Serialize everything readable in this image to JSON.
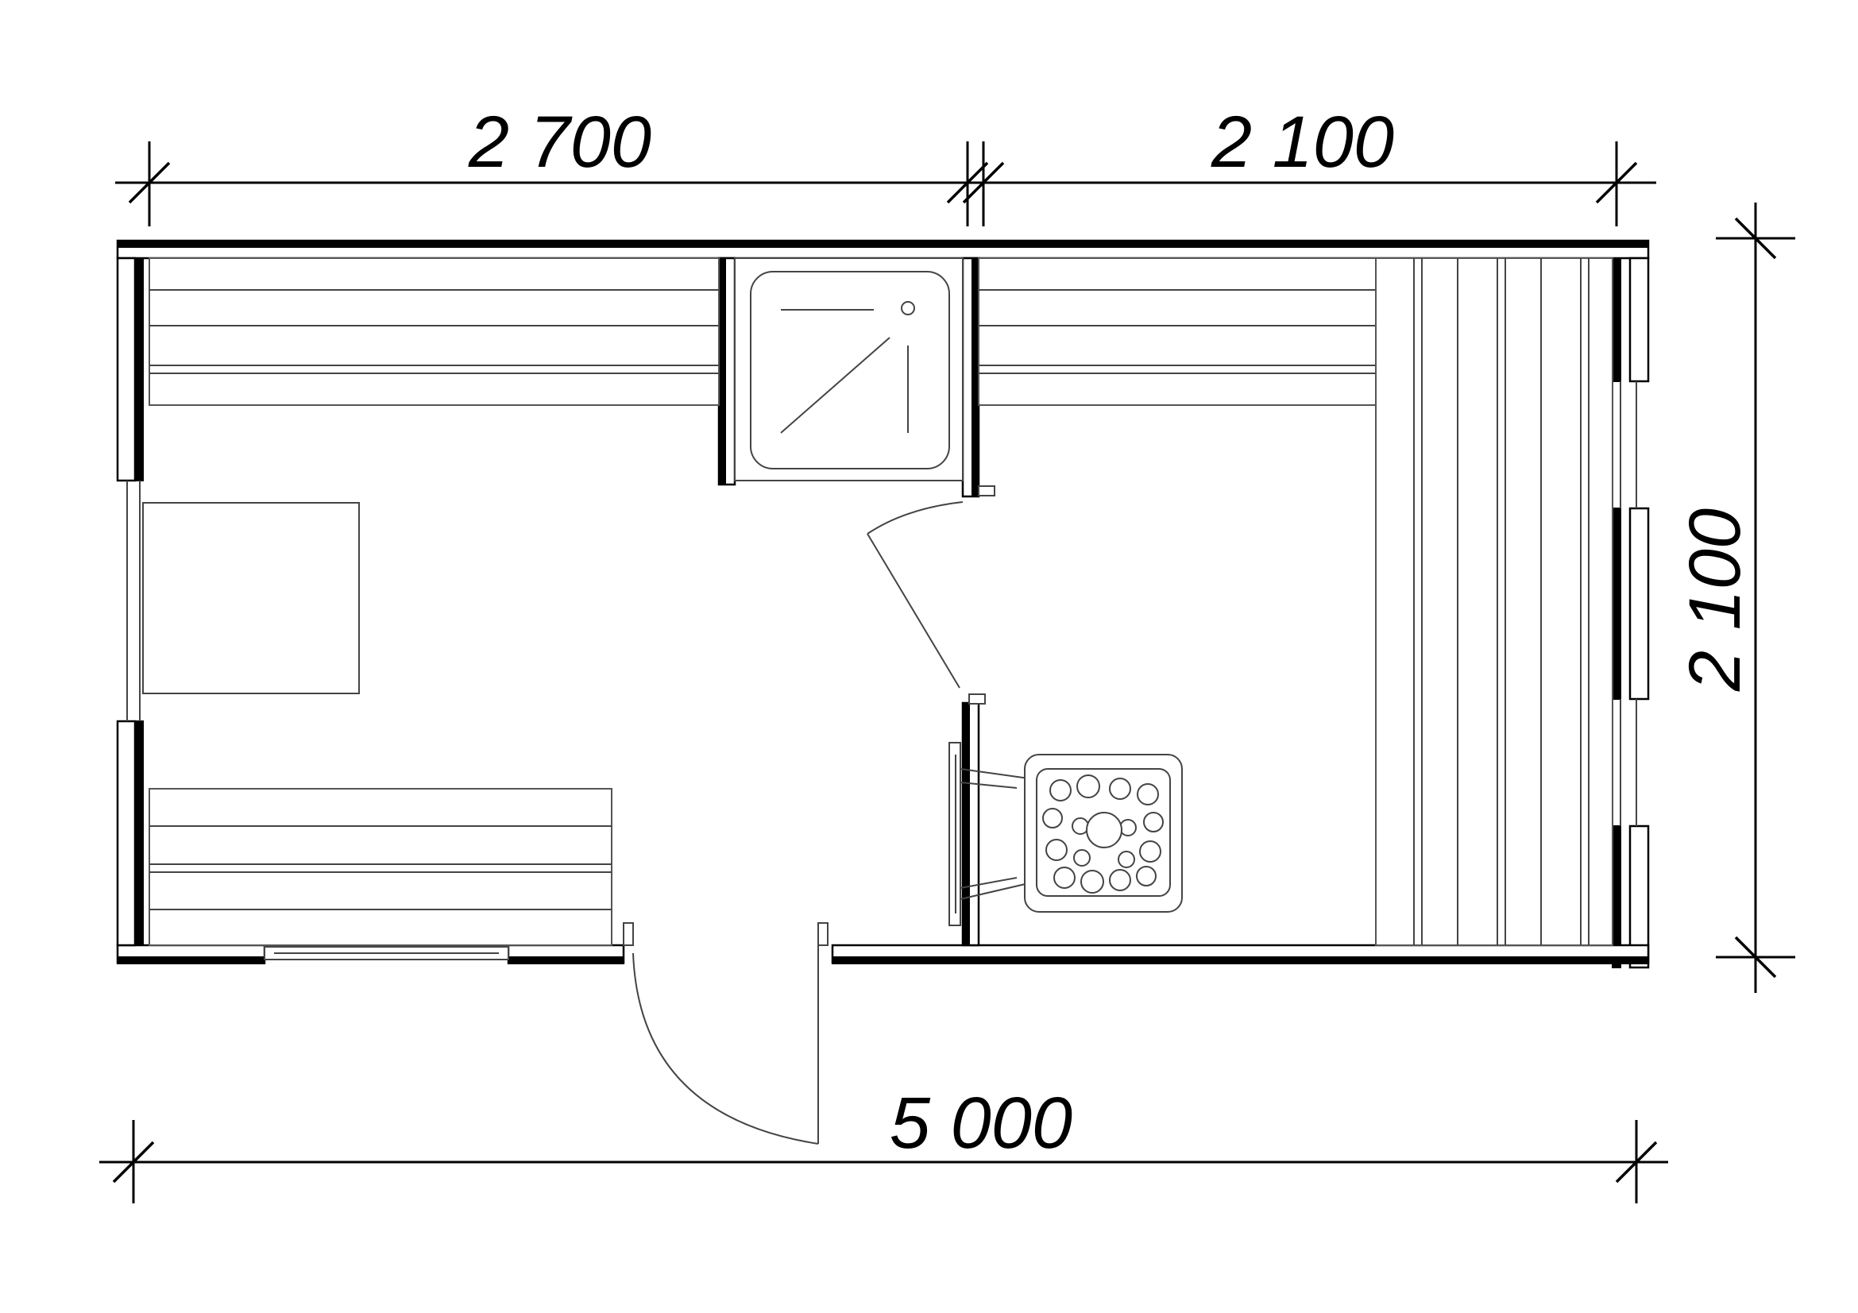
{
  "dimensions": {
    "top_left": "2 700",
    "top_right": "2 100",
    "right_vertical": "2 100",
    "bottom_total": "5 000"
  }
}
